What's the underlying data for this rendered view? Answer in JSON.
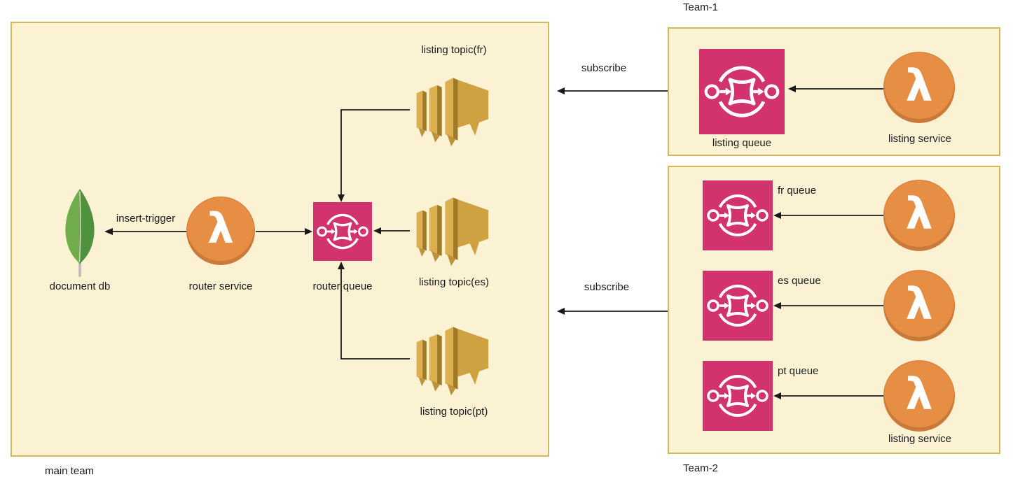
{
  "diagram": {
    "main_team": {
      "label": "main team",
      "document_db": "document db",
      "router_service": "router service",
      "router_queue": "router queue",
      "topic_fr": "listing topic(fr)",
      "topic_es": "listing topic(es)",
      "topic_pt": "listing topic(pt)",
      "insert_trigger": "insert-trigger"
    },
    "team1": {
      "label": "Team-1",
      "listing_queue": "listing queue",
      "listing_service": "listing service",
      "subscribe": "subscribe"
    },
    "team2": {
      "label": "Team-2",
      "fr_queue": "fr queue",
      "es_queue": "es queue",
      "pt_queue": "pt queue",
      "listing_service": "listing service",
      "subscribe": "subscribe"
    },
    "icons": {
      "queue": "sqs-queue-icon",
      "service": "lambda-icon",
      "topic": "sns-topic-icon",
      "database": "mongodb-leaf-icon"
    },
    "colors": {
      "group_fill": "#FBF1D3",
      "group_stroke": "#D6B656",
      "queue_pink": "#D2336F",
      "lambda_orange": "#E78E45",
      "topic_gold": "#CFA241",
      "mongo_green_light": "#6FAC4B",
      "mongo_green_dark": "#509140",
      "connector": "#1a1a1a"
    }
  }
}
